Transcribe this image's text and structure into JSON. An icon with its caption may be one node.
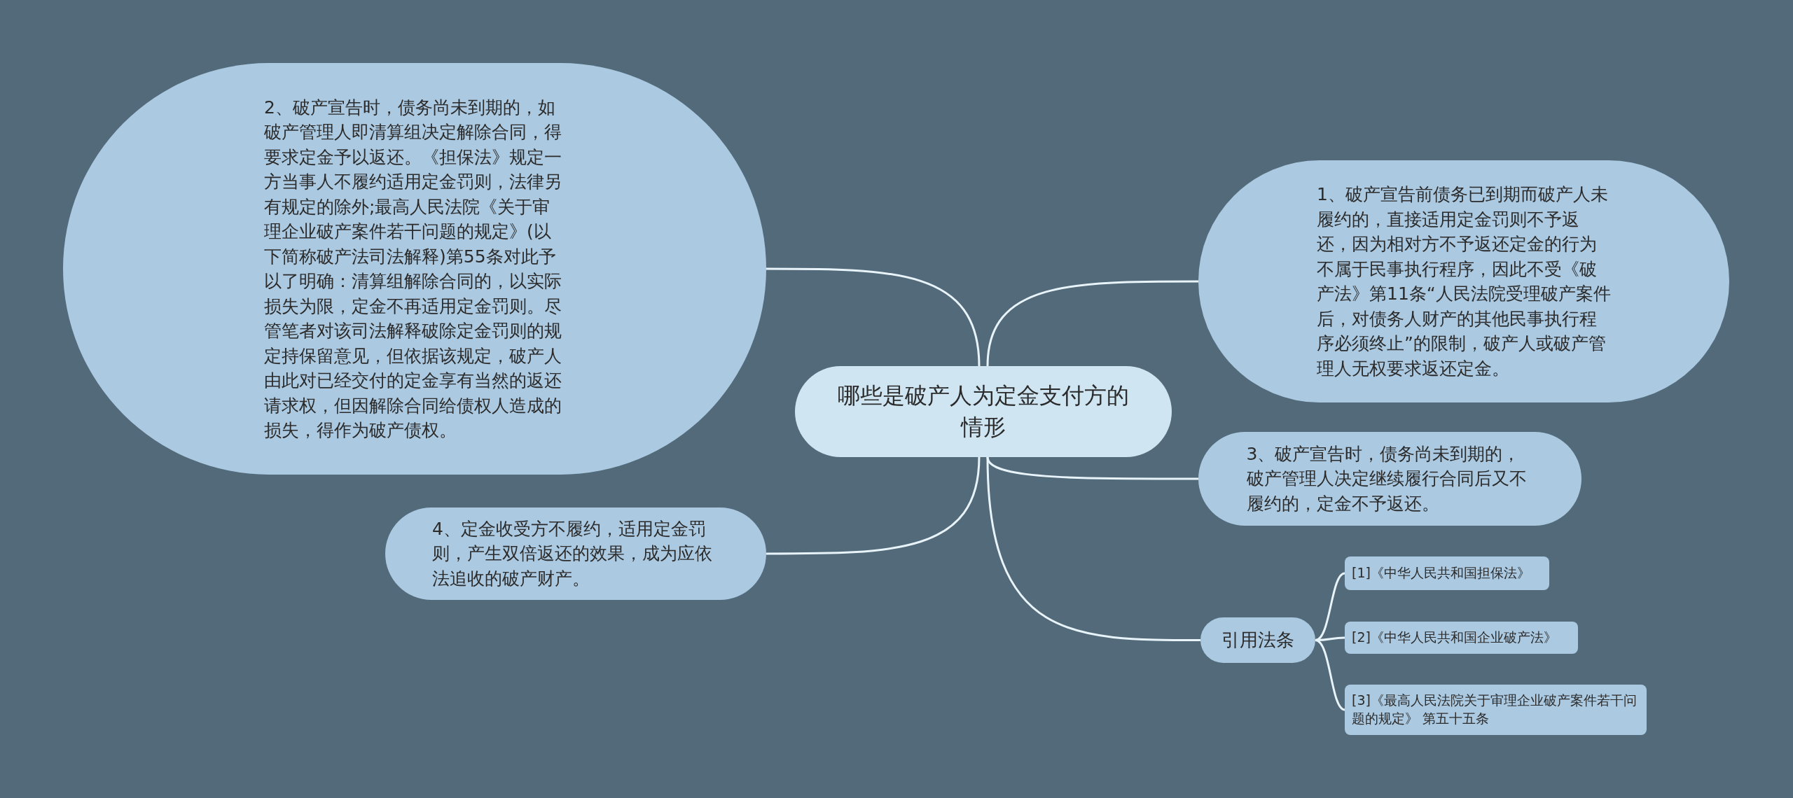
{
  "diagram": {
    "nodes": [
      {
        "text": [
          "哪些是破产人为定金支付方的情形"
        ]
      },
      {
        "text": [
          "1、破产宣告前债务已到期而破产人未履约的，直接适用定金罚则不予返还，因为相对方不予返还定金的行为不属于民事执行程序，因此不受《破产法》第11条“人民法院受理破产案件后，对债务人财产的其他民事执行程序必须终止”的限制，破产人或破产管理人无权要求返还定金。"
        ]
      },
      {
        "text": [
          "2、破产宣告时，债务尚未到期的，如破产管理人即清算组决定解除合同，得要求定金予以返还。《担保法》规定一方当事人不履约适用定金罚则，法律另有规定的除外;最高人民法院《关于审理企业破产案件若干问题的规定》(以下简称破产法司法解释)第55条对此予以了明确：清算组解除合同的，以实际损失为限，定金不再适用定金罚则。尽管笔者对该司法解释破除定金罚则的规定持保留意见，但依据该规定，破产人由此对已经交付的定金享有当然的返还请求权，但因解除合同给债权人造成的损失，得作为破产债权。"
        ]
      },
      {
        "text": [
          "3、破产宣告时，债务尚未到期的，破产管理人决定继续履行合同后又不履约的，定金不予返还。"
        ]
      },
      {
        "text": [
          "4、定金收受方不履约，适用定金罚则，产生双倍返还的效果，成为应依法追收的破产财产。"
        ]
      },
      {
        "text": [
          "引用法条"
        ]
      },
      {
        "text": [
          "[1]《中华人民共和国担保法》"
        ]
      },
      {
        "text": [
          "[2]《中华人民共和国企业破产法》"
        ]
      },
      {
        "text": [
          "[3]《最高人民法院关于审理企业破产案件若干问题的规定》 第五十五条"
        ]
      }
    ],
    "edges": [
      {
        "from": 0,
        "to": 1,
        "arrow": "none"
      },
      {
        "from": 0,
        "to": 2,
        "arrow": "none"
      },
      {
        "from": 0,
        "to": 3,
        "arrow": "none"
      },
      {
        "from": 0,
        "to": 4,
        "arrow": "none"
      },
      {
        "from": 0,
        "to": 5,
        "arrow": "none"
      },
      {
        "from": 5,
        "to": 6,
        "arrow": "none"
      },
      {
        "from": 5,
        "to": 7,
        "arrow": "none"
      },
      {
        "from": 5,
        "to": 8,
        "arrow": "none"
      }
    ]
  }
}
